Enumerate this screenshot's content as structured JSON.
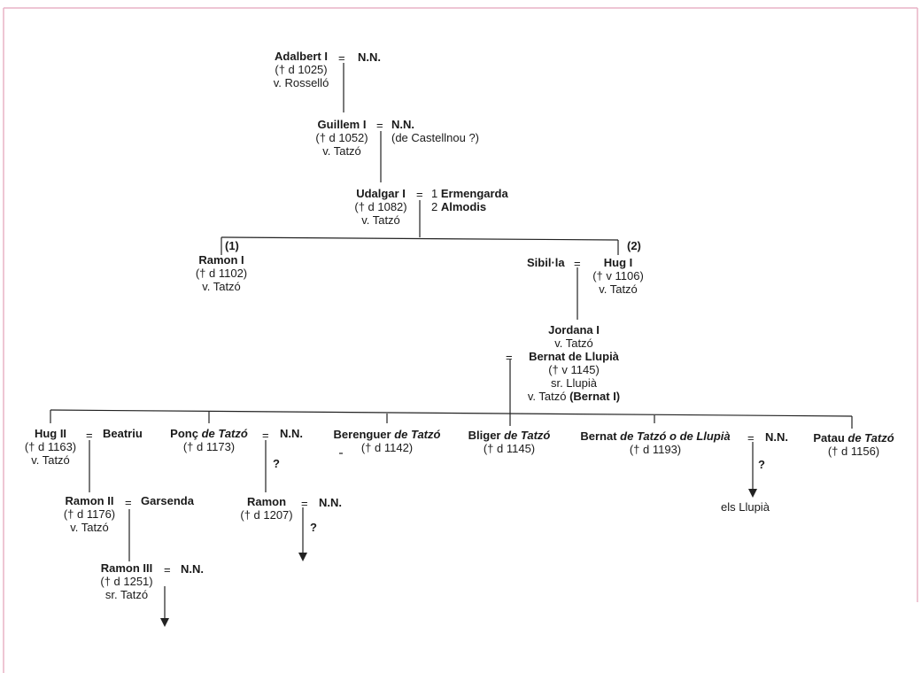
{
  "frame_color": "#e8b4c6",
  "ink_color": "#222222",
  "marks": {
    "eq": "=",
    "q": "?",
    "one": "(1)",
    "two": "(2)"
  },
  "adalbert": {
    "name": "Adalbert I",
    "d": "(† d 1025)",
    "t": "v. Rosselló"
  },
  "adalbert_spouse": "N.N.",
  "guillem": {
    "name": "Guillem I",
    "d": "(† d 1052)",
    "t": "v. Tatzó"
  },
  "guillem_spouse": {
    "name": "N.N.",
    "note": "(de Castellnou ?)"
  },
  "udalgar": {
    "name": "Udalgar I",
    "d": "(† d 1082)",
    "t": "v. Tatzó"
  },
  "udalgar_spouses": [
    {
      "n": "1",
      "name": "Ermengarda"
    },
    {
      "n": "2",
      "name": "Almodis"
    }
  ],
  "ramon1": {
    "name": "Ramon I",
    "d": "(† d 1102)",
    "t": "v. Tatzó"
  },
  "sibilla": "Sibil·la",
  "hug1": {
    "name": "Hug I",
    "d": "(† v 1106)",
    "t": "v. Tatzó"
  },
  "jordana": {
    "name": "Jordana I",
    "t": "v. Tatzó"
  },
  "bernat_llupia": {
    "name": "Bernat de Llupià",
    "d": "(† v 1145)",
    "t1": "sr. Llupià",
    "t2": "v. Tatzó",
    "t2b": "(Bernat I)"
  },
  "hug2": {
    "name": "Hug II",
    "d": "(† d 1163)",
    "t": "v. Tatzó"
  },
  "beatriu": "Beatriu",
  "ponc": {
    "name": "Ponç",
    "surname": "de Tatzó",
    "d": "(† d 1173)"
  },
  "ponc_spouse": "N.N.",
  "berenguer": {
    "name": "Berenguer",
    "surname": "de Tatzó",
    "d": "(† d 1142)"
  },
  "bliger": {
    "name": "Bliger",
    "surname": "de Tatzó",
    "d": "(† d 1145)"
  },
  "bernat_tatzo": {
    "name": "Bernat",
    "surname": "de Tatzó o de Llupià",
    "d": "(† d 1193)"
  },
  "bernat_tatzo_spouse": "N.N.",
  "els_llupia": "els Llupià",
  "patau": {
    "name": "Patau",
    "surname": "de Tatzó",
    "d": "(† d 1156)"
  },
  "ramon2": {
    "name": "Ramon II",
    "d": "(† d 1176)",
    "t": "v. Tatzó"
  },
  "garsenda": "Garsenda",
  "ramon_ponc": {
    "name": "Ramon",
    "d": "(† d 1207)"
  },
  "ramon_ponc_spouse": "N.N.",
  "ramon3": {
    "name": "Ramon III",
    "d": "(† d 1251)",
    "t": "sr. Tatzó"
  },
  "ramon3_spouse": "N.N."
}
